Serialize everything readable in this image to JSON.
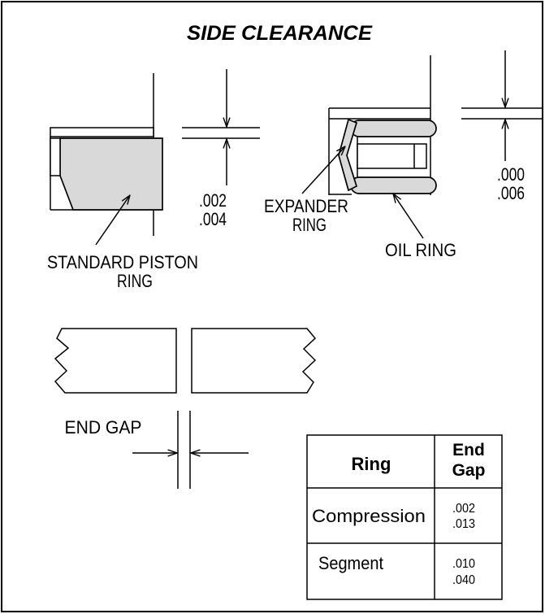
{
  "title": "SIDE CLEARANCE",
  "standard_ring": {
    "label": [
      "STANDARD PISTON",
      "RING"
    ],
    "side_clearance": [
      ".002",
      ".004"
    ]
  },
  "oil_ring": {
    "expander_label": [
      "EXPANDER",
      "RING"
    ],
    "label": "OIL RING",
    "side_clearance": [
      ".000",
      ".006"
    ]
  },
  "end_gap": {
    "label": "END GAP"
  },
  "end_gap_table": {
    "columns": {
      "ring": "Ring",
      "end_gap": [
        "End",
        "Gap"
      ]
    },
    "rows": [
      {
        "ring": "Compression",
        "end_gap": [
          ".002",
          ".013"
        ]
      },
      {
        "ring": "Segment",
        "end_gap": [
          ".010",
          ".040"
        ]
      }
    ]
  },
  "colors": {
    "ring_fill": "#d9d9d9",
    "line": "#000000"
  }
}
